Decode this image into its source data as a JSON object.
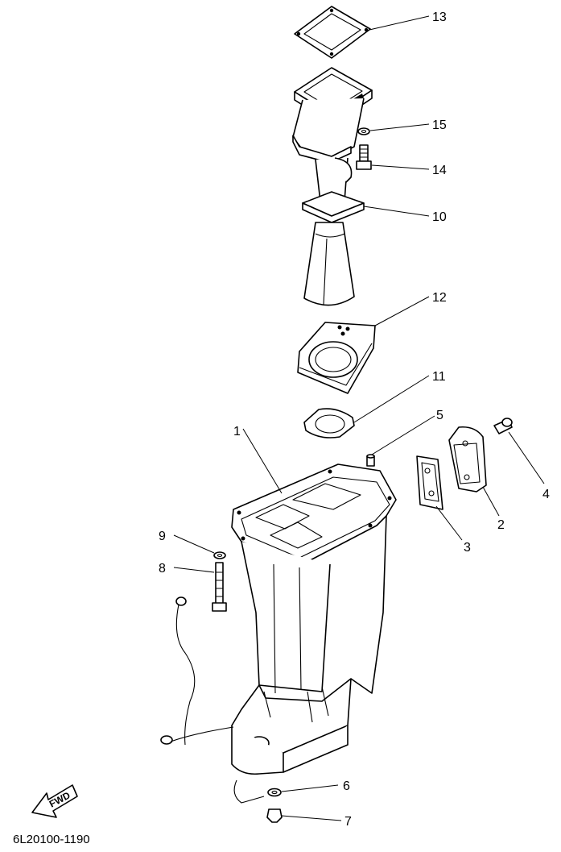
{
  "diagram": {
    "drawing_code": "6L20100-1190",
    "fwd_label": "FWD",
    "callouts": [
      "1",
      "2",
      "3",
      "4",
      "5",
      "6",
      "7",
      "8",
      "9",
      "10",
      "11",
      "12",
      "13",
      "14",
      "15"
    ]
  }
}
